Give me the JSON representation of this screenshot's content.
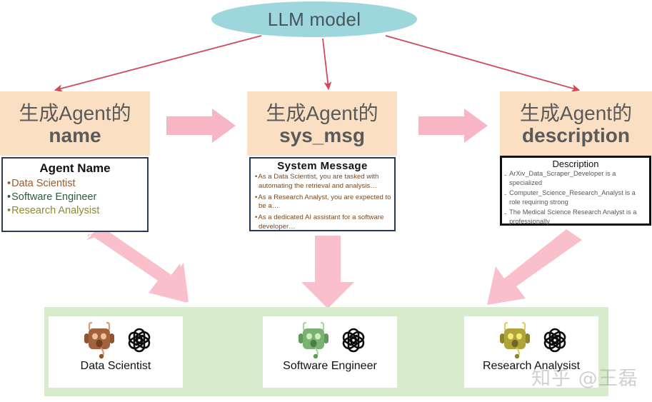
{
  "colors": {
    "oval_fill": "#9ed6dd",
    "header_fill": "#fbdfc2",
    "pink_arrow": "#f8b6c4",
    "pink_arrow_big": "#f9bfca",
    "red_arrow": "#cf4a5c",
    "green_band": "#d8ebcd",
    "robot_data_scientist": "#a2623c",
    "robot_software_engineer": "#7bb273",
    "robot_research_analysist": "#b0a33a"
  },
  "root": {
    "label": "LLM model",
    "icon": "ellipse-node"
  },
  "stages": [
    {
      "id": "name",
      "header_line1": "生成Agent的",
      "header_line2": "name",
      "card_title": "Agent Name",
      "items": [
        {
          "text": "Data Scientist",
          "bullet": "•"
        },
        {
          "text": "Software Engineer",
          "bullet": "•"
        },
        {
          "text": "Research Analysist",
          "bullet": "•"
        }
      ]
    },
    {
      "id": "sys_msg",
      "header_line1": "生成Agent的",
      "header_line2": "sys_msg",
      "card_title": "System Message",
      "items": [
        {
          "bullet": "•",
          "text": "As a Data Scientist, you are tasked with automating the retrieval and analysis…"
        },
        {
          "bullet": "•",
          "text": "As a Research Analyst, you are expected to be a…"
        },
        {
          "bullet": "•",
          "text": "As a dedicated AI assistant for a software developer…"
        }
      ]
    },
    {
      "id": "description",
      "header_line1": "生成Agent的",
      "header_line2": "description",
      "card_title": "Description",
      "items": [
        {
          "bullet": "-",
          "text": "ArXiv_Data_Scraper_Developer  is a specialized"
        },
        {
          "bullet": "-",
          "text": "Computer_Science_Research_Analyst is a role requiring strong"
        },
        {
          "bullet": "-",
          "text": "The Medical Science Research Analyst is a professionally"
        }
      ]
    }
  ],
  "agents": [
    {
      "label": "Data Scientist",
      "robot_icon": "robot-icon",
      "brand_icon": "openai-icon"
    },
    {
      "label": "Software Engineer",
      "robot_icon": "robot-icon",
      "brand_icon": "openai-icon"
    },
    {
      "label": "Research Analysist",
      "robot_icon": "robot-icon",
      "brand_icon": "openai-icon"
    }
  ],
  "watermark": "知乎 @王磊"
}
